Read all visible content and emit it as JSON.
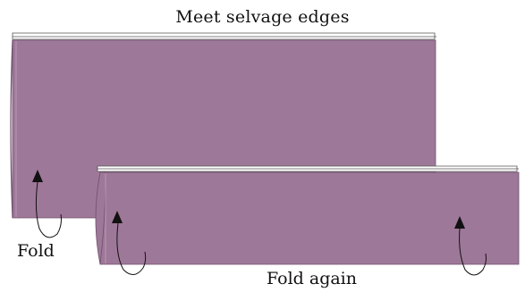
{
  "title": "Meet selvage edges",
  "labels": {
    "fold": "Fold",
    "fold_again": "Fold again"
  },
  "colors": {
    "fabric": "#9E7899",
    "fabric_edge": "#6f4f6b",
    "selvage": "#FFFFFF",
    "outline": "#444444",
    "arrow": "#111111"
  }
}
